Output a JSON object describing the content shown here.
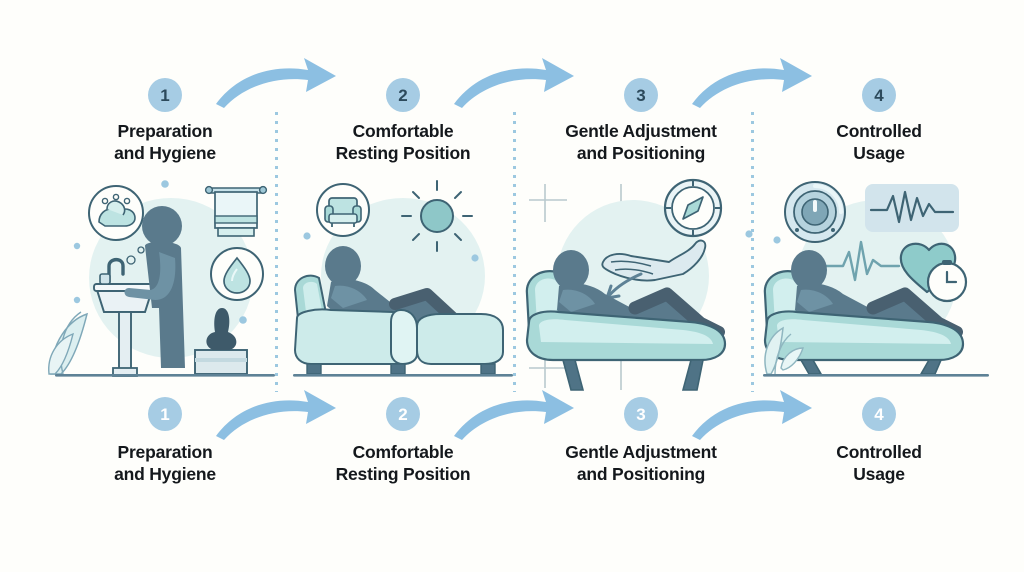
{
  "theme": {
    "background": "#FEFEFB",
    "accent_blue": "#8CBFE2",
    "badge_fill": "#A6CCE4",
    "badge_text_top": "#2C4A5C",
    "badge_text_bottom": "#FFFFFF",
    "title_text": "#14181C",
    "figure_slate": "#5A7A8C",
    "figure_dark": "#496070",
    "furniture_teal": "#A9D9D7",
    "furniture_light": "#D6EFEE",
    "outline": "#3E6474",
    "halo": "#E3F2F1",
    "divider_dots": "#9CC8E0"
  },
  "steps_top": [
    {
      "number": "1",
      "title_line1": "Preparation",
      "title_line2": "and Hygiene",
      "icons": [
        "handwash-icon",
        "towel-rack-icon",
        "water-drop-icon",
        "plant-icon",
        "sink-icon",
        "person-washing-hands",
        "pedestal-object-icon"
      ]
    },
    {
      "number": "2",
      "title_line1": "Comfortable",
      "title_line2": "Resting Position",
      "icons": [
        "armchair-icon",
        "sun-icon",
        "person-reclining-on-couch"
      ]
    },
    {
      "number": "3",
      "title_line1": "Gentle Adjustment",
      "title_line2": "and Positioning",
      "icons": [
        "compass-icon",
        "guiding-hand-icon",
        "direction-arrow-icon",
        "crosshair-grid-icon",
        "person-on-chaise"
      ]
    },
    {
      "number": "4",
      "title_line1": "Controlled",
      "title_line2": "Usage",
      "icons": [
        "control-dial-icon",
        "waveform-panel-icon",
        "heartbeat-line-icon",
        "heart-timer-icon",
        "plant-icon",
        "person-on-chaise"
      ]
    }
  ],
  "steps_bottom": [
    {
      "number": "1",
      "title_line1": "Preparation",
      "title_line2": "and Hygiene"
    },
    {
      "number": "2",
      "title_line1": "Comfortable",
      "title_line2": "Resting Position"
    },
    {
      "number": "3",
      "title_line1": "Gentle Adjustment",
      "title_line2": "and Positioning"
    },
    {
      "number": "4",
      "title_line1": "Controlled",
      "title_line2": "Usage"
    }
  ],
  "arrows": {
    "count_top": 3,
    "count_bottom": 3,
    "shape": "curved-arrow-right"
  }
}
